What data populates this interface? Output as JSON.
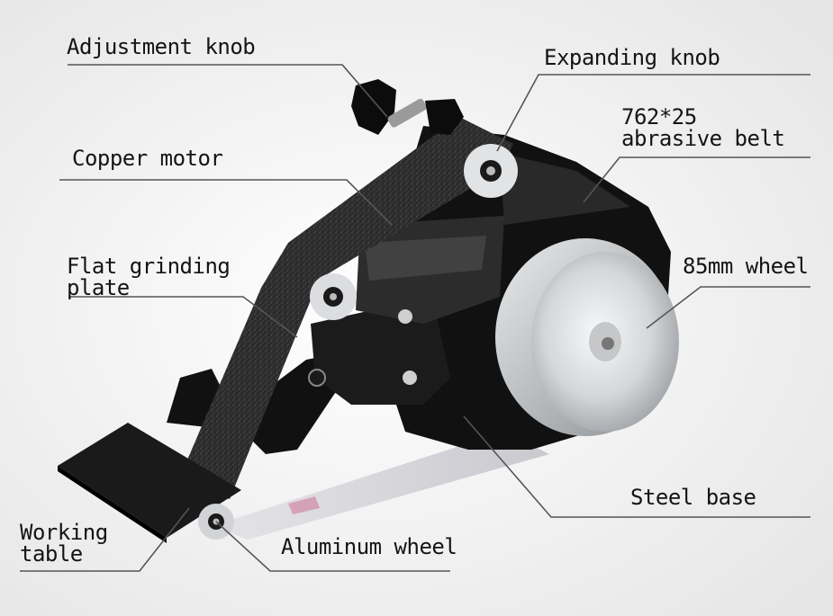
{
  "labels": {
    "adjustment_knob": "Adjustment knob",
    "expanding_knob": "Expanding knob",
    "abrasive_belt_size": "762*25",
    "abrasive_belt": "abrasive belt",
    "copper_motor": "Copper motor",
    "flat_grinding_1": "Flat grinding",
    "flat_grinding_2": "plate",
    "wheel_85mm": "85mm wheel",
    "steel_base": "Steel base",
    "working_table_1": "Working",
    "working_table_2": "table",
    "aluminum_wheel": "Aluminum wheel"
  },
  "colors": {
    "background": "#f2f2f2",
    "machine_body": "#111111",
    "belt": "#2a2a2a",
    "wheel": "#d6d8da",
    "leader_line": "#555555"
  }
}
